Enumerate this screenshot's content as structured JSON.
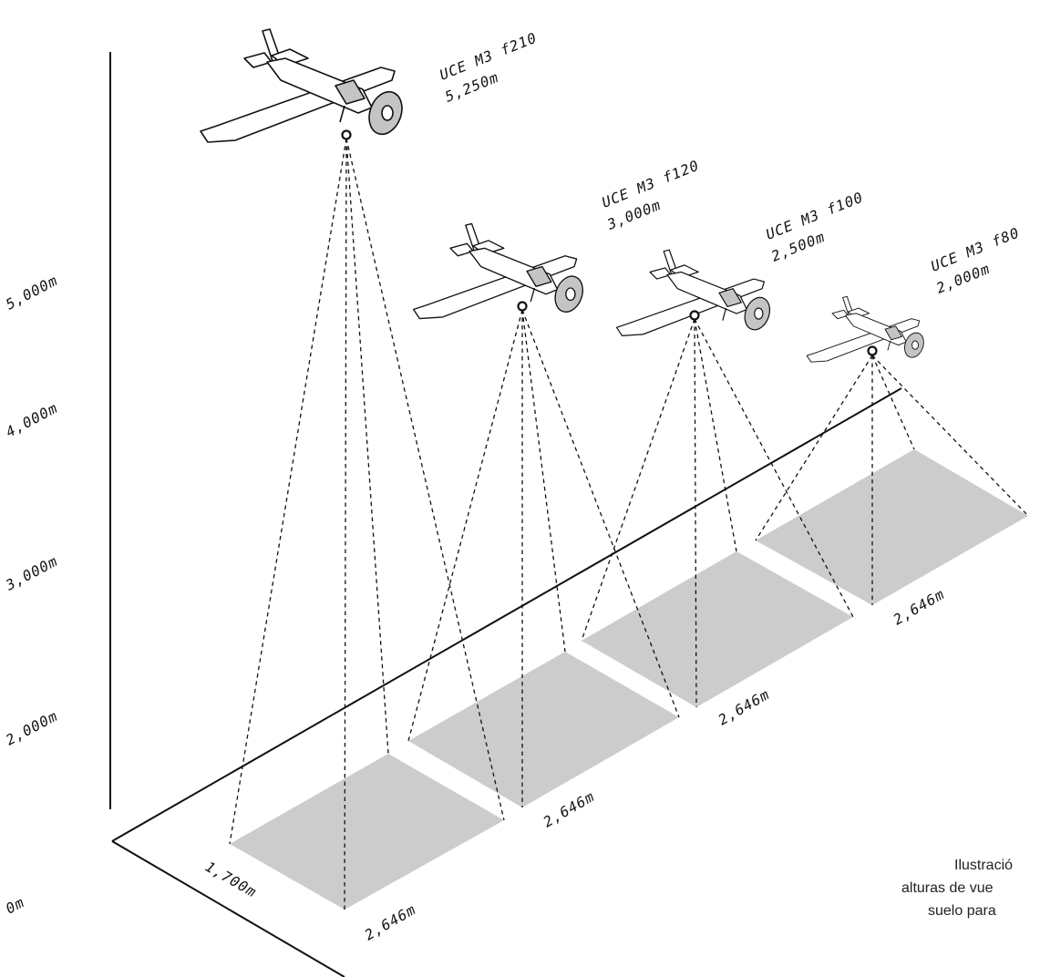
{
  "altitude_axis": [
    "0m",
    "2,000m",
    "3,000m",
    "4,000m",
    "5,000m"
  ],
  "flights": [
    {
      "camera": "UCE M3 f210",
      "altitude": "5,250m",
      "footprint_width": "1,700m",
      "footprint_length": "2,646m"
    },
    {
      "camera": "UCE M3 f120",
      "altitude": "3,000m",
      "footprint_length": "2,646m"
    },
    {
      "camera": "UCE M3 f100",
      "altitude": "2,500m",
      "footprint_length": "2,646m"
    },
    {
      "camera": "UCE M3 f80",
      "altitude": "2,000m",
      "footprint_length": "2,646m"
    }
  ],
  "caption": [
    "Ilustració",
    "alturas de vue",
    "suelo para"
  ],
  "colors": {
    "ink": "#111111",
    "footprint": "#cccccc",
    "engine": "#c4c4c4"
  },
  "icons": [
    "airplane-icon",
    "camera-icon"
  ]
}
